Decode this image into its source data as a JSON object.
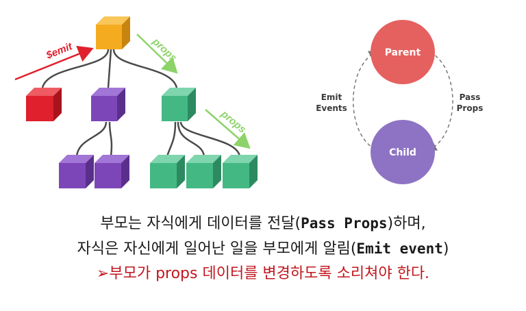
{
  "tree": {
    "emit_label": "$emit",
    "props_label_top": "props",
    "props_label_right": "props"
  },
  "cycle": {
    "parent_label": "Parent",
    "child_label": "Child",
    "emit_events_line1": "Emit",
    "emit_events_line2": "Events",
    "pass_props_line1": "Pass",
    "pass_props_line2": "Props"
  },
  "caption": {
    "line1_prefix": "부모는 자식에게 데이터를 전달(",
    "line1_code": "Pass Props",
    "line1_suffix": ")하며,",
    "line2_prefix": "자식은 자신에게 일어난 일을 부모에게 알림(",
    "line2_code": "Emit event",
    "line2_suffix": ")",
    "line3_bullet": "➢",
    "line3_text": "부모가 props 데이터를 변경하도록 소리쳐야 한다."
  },
  "colors": {
    "orange": "#f5ab1f",
    "red": "#e0202c",
    "purple": "#7d46b8",
    "green": "#43b883",
    "parent_circle": "#e5615f",
    "child_circle": "#8e73c4",
    "emit_arrow": "#e0202c",
    "props_arrow": "#8dd36a",
    "caption_red": "#c0171e"
  }
}
